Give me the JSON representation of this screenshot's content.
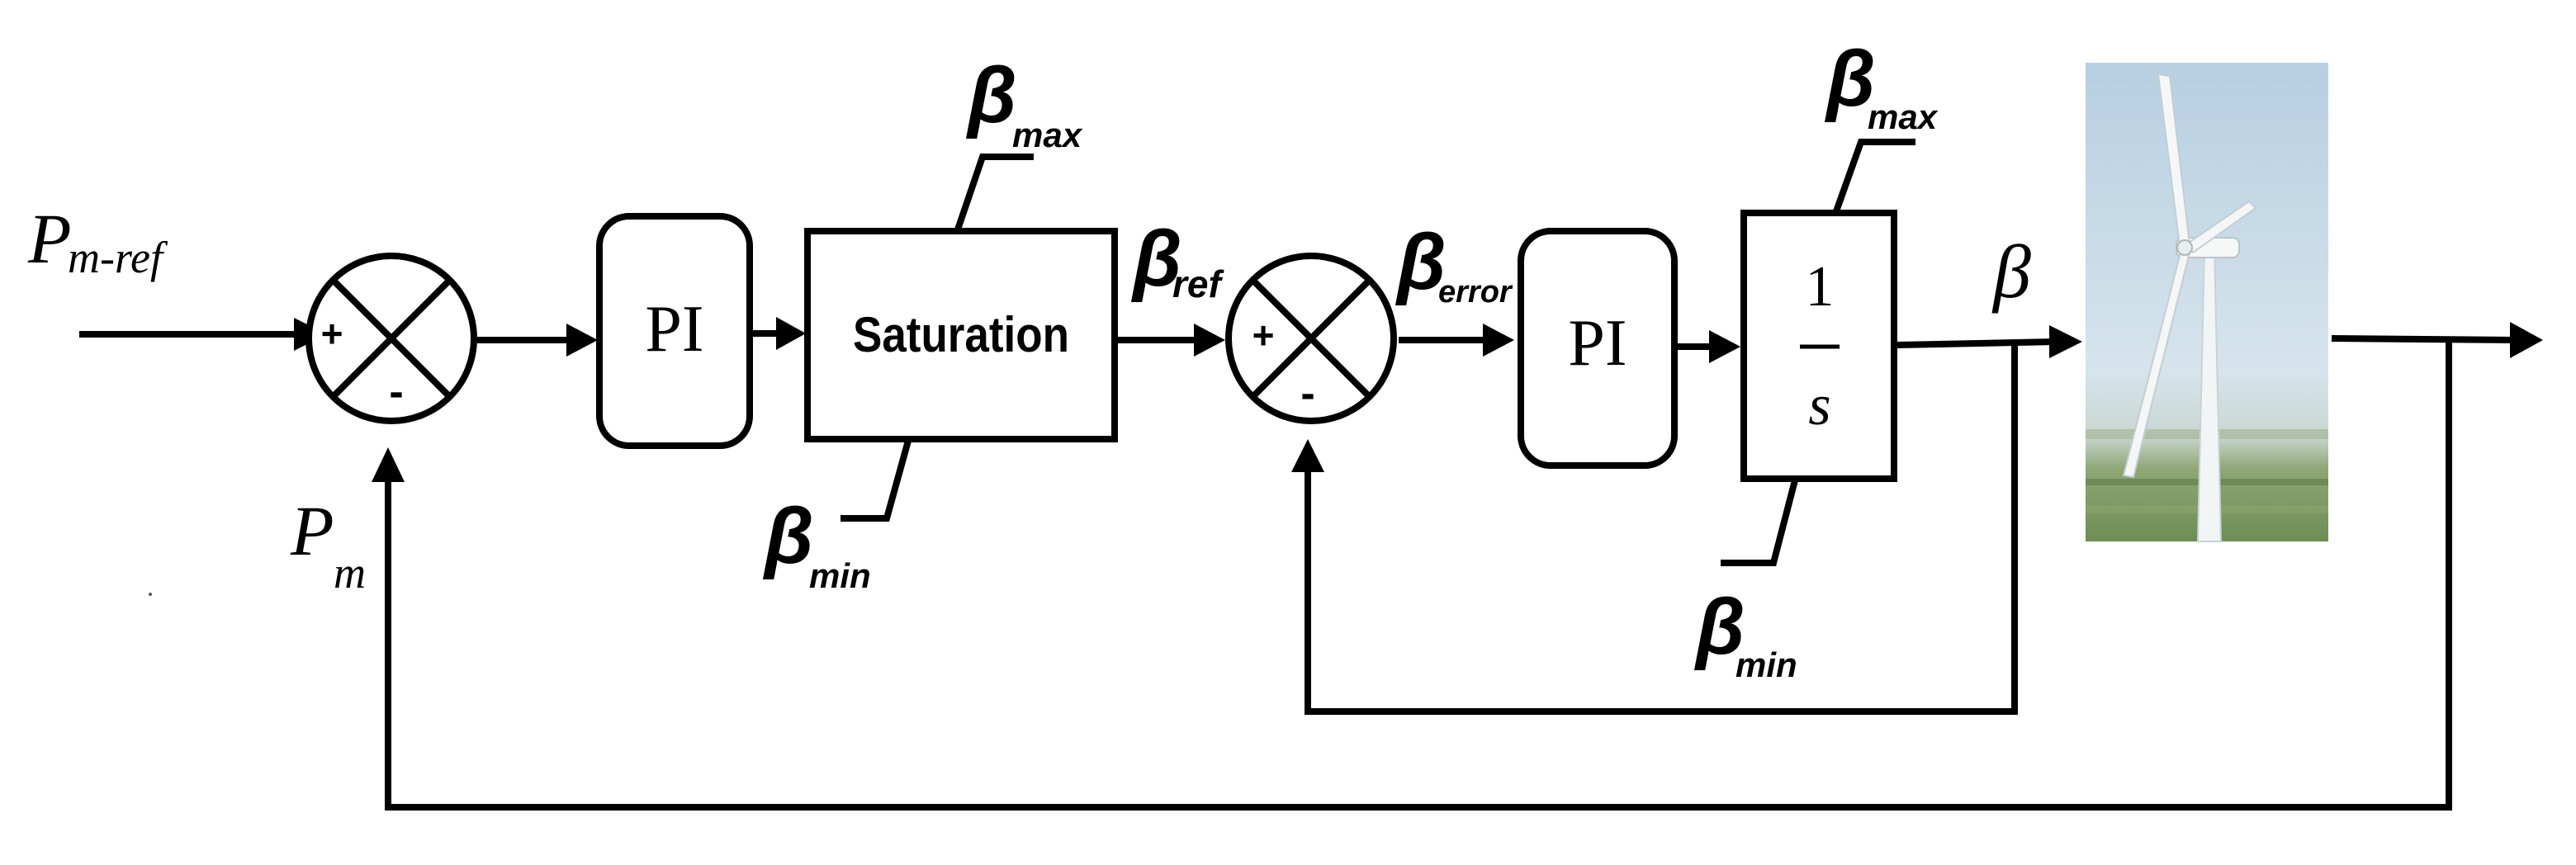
{
  "labels": {
    "input_symbol": "P",
    "input_subscript": "m-ref",
    "feedback_symbol": "P",
    "feedback_subscript": "m",
    "beta": "β",
    "max": "max",
    "min": "min",
    "ref": "ref",
    "error": "error",
    "plus": "+",
    "minus": "-"
  },
  "blocks": {
    "pi_1": "PI",
    "saturation": "Saturation",
    "pi_2": "PI",
    "integrator_numerator": "1",
    "integrator_denominator": "s"
  },
  "image": {
    "subject": "wind-turbine",
    "sky_color": "#c9dbe8",
    "ground_color": "#7d9a63",
    "tower_color": "#f4f6f6"
  }
}
